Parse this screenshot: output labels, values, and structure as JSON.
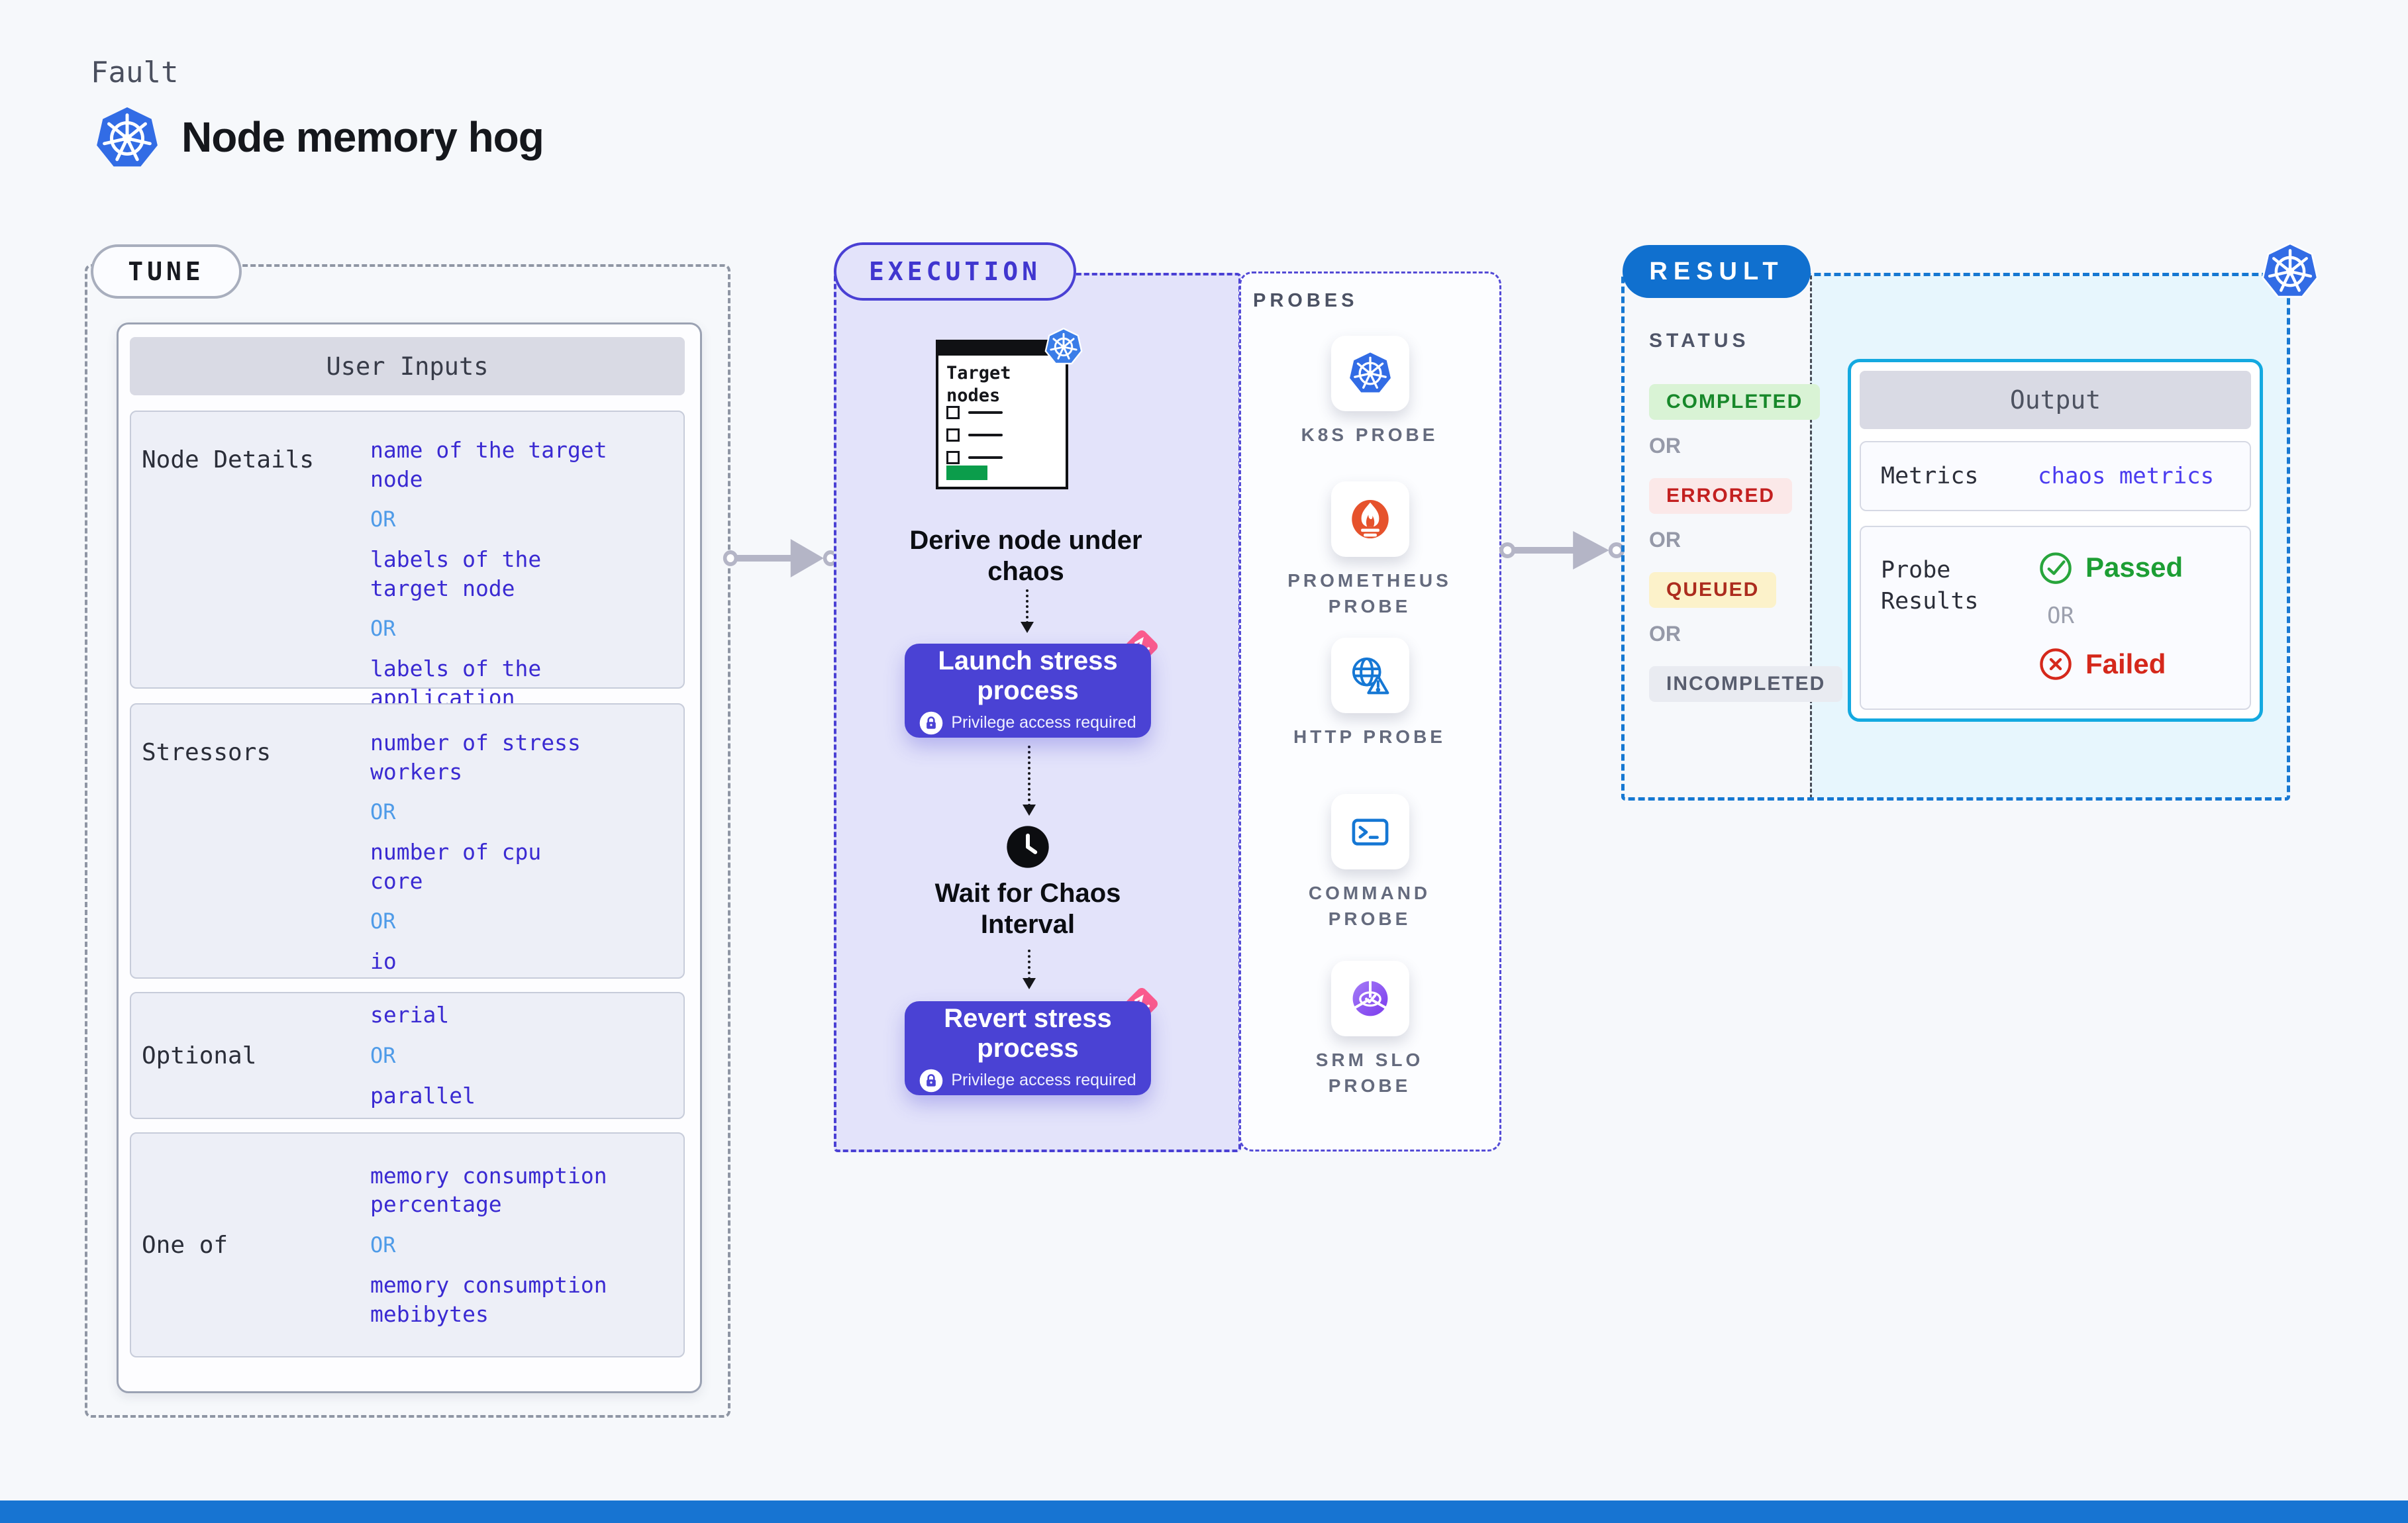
{
  "page": {
    "kicker": "Fault",
    "title": "Node memory hog"
  },
  "tune": {
    "label": "TUNE",
    "table": {
      "title": "User Inputs",
      "rows": [
        {
          "label": "Node Details",
          "values": [
            "name of the target\nnode",
            "OR",
            "labels of the\ntarget node",
            "OR",
            "labels of the application\n scheduled on target node"
          ]
        },
        {
          "label": "Stressors",
          "values": [
            "number of stress\nworkers",
            "OR",
            "number of cpu\ncore",
            "OR",
            "io"
          ]
        },
        {
          "label": "Optional",
          "values": [
            "serial",
            "OR",
            "parallel"
          ]
        },
        {
          "label": "One of",
          "values": [
            "memory consumption\npercentage",
            "OR",
            "memory consumption\nmebibytes"
          ]
        }
      ]
    }
  },
  "execution": {
    "label": "EXECUTION",
    "window_title": "Target\nnodes",
    "derive_caption": "Derive node under\nchaos",
    "launch_label": "Launch stress\nprocess",
    "wait_caption": "Wait for Chaos\nInterval",
    "revert_label": "Revert stress\nprocess",
    "privilege_note": "Privilege access required"
  },
  "probes": {
    "label": "PROBES",
    "items": [
      {
        "name": "K8S PROBE",
        "icon": "kubernetes-icon"
      },
      {
        "name": "PROMETHEUS\nPROBE",
        "icon": "prometheus-icon"
      },
      {
        "name": "HTTP PROBE",
        "icon": "http-globe-icon"
      },
      {
        "name": "COMMAND\nPROBE",
        "icon": "terminal-icon"
      },
      {
        "name": "SRM SLO\nPROBE",
        "icon": "slo-donut-icon"
      }
    ]
  },
  "result": {
    "label": "RESULT",
    "status_label": "STATUS",
    "statuses": [
      {
        "text": "COMPLETED",
        "kind": "completed"
      },
      {
        "text": "OR"
      },
      {
        "text": "ERRORED",
        "kind": "errored"
      },
      {
        "text": "OR"
      },
      {
        "text": "QUEUED",
        "kind": "queued"
      },
      {
        "text": "OR"
      },
      {
        "text": "INCOMPLETED",
        "kind": "incompleted"
      }
    ],
    "output": {
      "title": "Output",
      "metrics_label": "Metrics",
      "metrics_value": "chaos metrics",
      "probe_results_label": "Probe\nResults",
      "passed": "Passed",
      "or": "OR",
      "failed": "Failed"
    }
  },
  "colors": {
    "accent_indigo": "#4a42d4",
    "accent_blue": "#1070cf",
    "cyan_border": "#14a9e0",
    "kubernetes_blue": "#326ce5",
    "prometheus_orange": "#e6522c",
    "passed_green": "#1d9e34",
    "failed_red": "#d5281b",
    "value_blue": "#3a2ad2",
    "or_blue": "#4f9be8",
    "pink_mark": "#fb5b8d"
  }
}
